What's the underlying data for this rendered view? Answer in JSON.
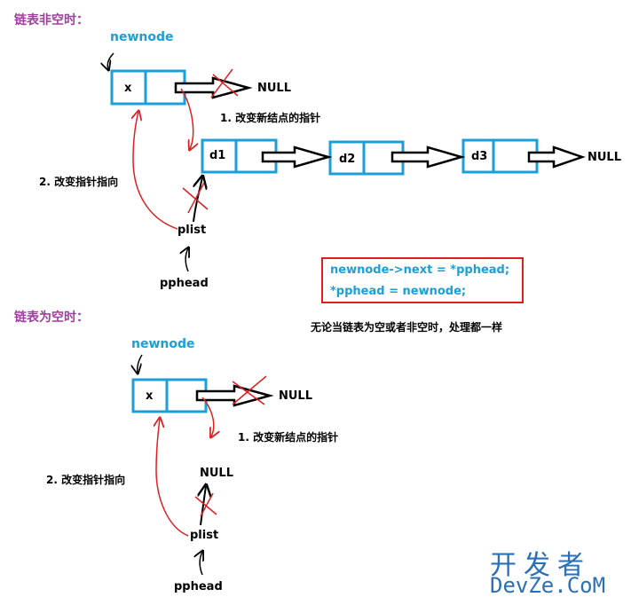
{
  "top": {
    "heading": "链表非空时：",
    "newnode_label": "newnode",
    "x_label": "x",
    "null_right": "NULL",
    "step1": "1. 改变新结点的指针",
    "step2": "2. 改变指针指向",
    "nodes": [
      "d1",
      "d2",
      "d3"
    ],
    "null_end": "NULL",
    "plist": "plist",
    "pphead": "pphead"
  },
  "code": {
    "line1": "newnode->next = *pphead;",
    "line2": "*pphead = newnode;"
  },
  "note": "无论当链表为空或者非空时，处理都一样",
  "bottom": {
    "heading": "链表为空时：",
    "newnode_label": "newnode",
    "x_label": "x",
    "null_right": "NULL",
    "step1": "1. 改变新结点的指针",
    "null_mid": "NULL",
    "step2": "2. 改变指针指向",
    "plist": "plist",
    "pphead": "pphead"
  },
  "watermark": {
    "cn": "开发者",
    "en": "DevZe.CoM"
  },
  "colors": {
    "node_border": "#1a9fd8",
    "arrow_red": "#e02020",
    "heading": "#a040a0"
  }
}
